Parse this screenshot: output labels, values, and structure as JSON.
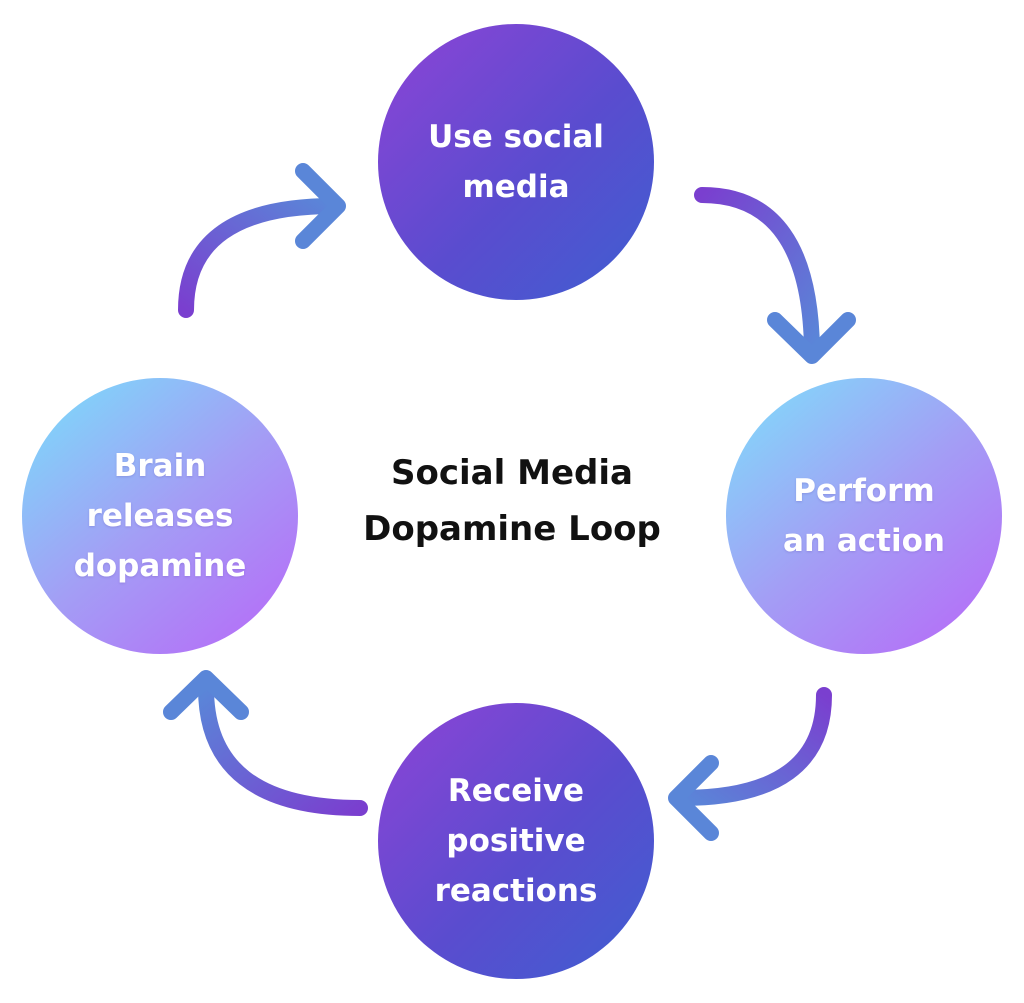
{
  "title": "Social Media\nDopamine Loop",
  "nodes": {
    "top": "Use social\nmedia",
    "right": "Perform\nan action",
    "bottom": "Receive\npositive\nreactions",
    "left": "Brain\nreleases\ndopamine"
  },
  "colors": {
    "dark_start": "#8e44d6",
    "dark_end": "#3f5fd0",
    "light_start": "#7ee0fb",
    "light_end": "#b866f8",
    "arrow_start": "#7a3fcf",
    "arrow_end": "#5a86d8",
    "title": "#111111"
  }
}
